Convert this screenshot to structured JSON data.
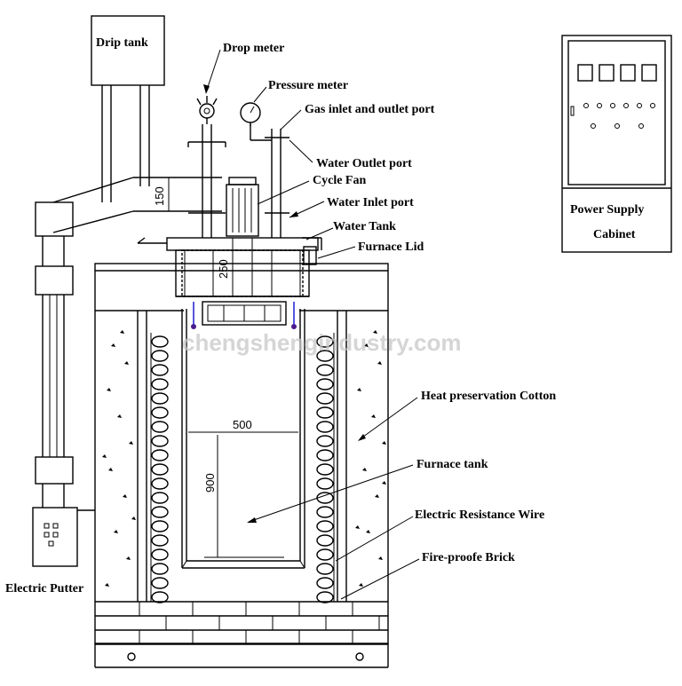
{
  "labels": {
    "drip_tank": "Drip tank",
    "drop_meter": "Drop meter",
    "pressure_meter": "Pressure meter",
    "gas_port": "Gas inlet and outlet port",
    "water_outlet": "Water Outlet port",
    "cycle_fan": "Cycle Fan",
    "water_inlet": "Water Inlet port",
    "water_tank": "Water Tank",
    "furnace_lid": "Furnace Lid",
    "heat_cotton": "Heat preservation Cotton",
    "furnace_tank": "Furnace tank",
    "resistance_wire": "Electric Resistance Wire",
    "fire_brick": "Fire-proofe Brick",
    "electric_putter": "Electric Putter",
    "power_supply_line1": "Power Supply",
    "power_supply_line2": "Cabinet"
  },
  "dimensions": {
    "dim_150": "150",
    "dim_250": "250",
    "dim_500": "500",
    "dim_900": "900"
  },
  "watermark": "chengshengindustry.com"
}
